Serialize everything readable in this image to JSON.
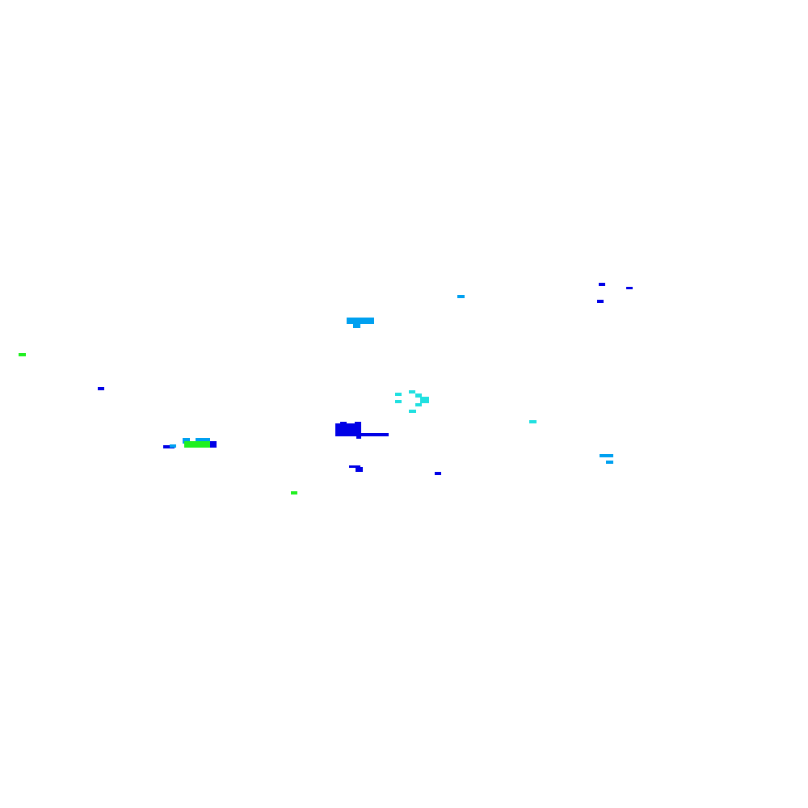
{
  "palette": {
    "background": "#ffffff",
    "blue": "#0000e6",
    "light_blue": "#00a0f0",
    "cyan": "#20e0e0",
    "green": "#20f020"
  },
  "fragments": [
    {
      "group": "blue",
      "color": "#0000e6",
      "count": 14
    },
    {
      "group": "light-blue",
      "color": "#00a0f0",
      "count": 8
    },
    {
      "group": "cyan",
      "color": "#20e0e0",
      "count": 8
    },
    {
      "group": "green",
      "color": "#20f020",
      "count": 3
    }
  ]
}
